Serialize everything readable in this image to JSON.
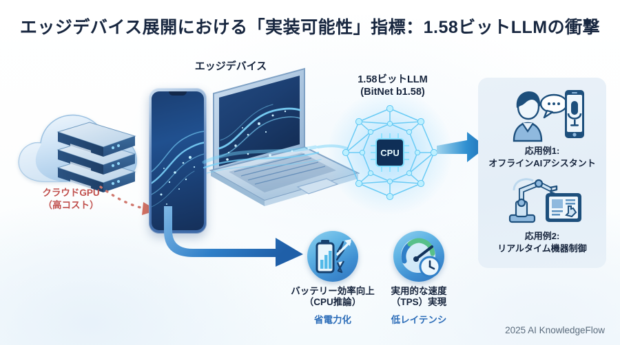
{
  "title": "エッジデバイス展開における「実装可能性」指標：1.58ビットLLMの衝撃",
  "cloud": {
    "label_line1": "クラウドGPU",
    "label_line2": "（高コスト）",
    "color": "#c0504d",
    "icon": "cloud-server-icon",
    "arrow": "dashed-red-arrow"
  },
  "edge": {
    "label": "エッジデバイス",
    "devices": [
      "smartphone-icon",
      "laptop-icon"
    ]
  },
  "llm": {
    "label_line1": "1.58ビットLLM",
    "label_line2": "(BitNet b1.58)",
    "chip_label": "CPU",
    "icon": "cpu-neural-network-icon"
  },
  "benefits": [
    {
      "icon": "battery-efficiency-icon",
      "title_line1": "バッテリー効率向上",
      "title_line2": "（CPU推論）",
      "subtitle": "省電力化"
    },
    {
      "icon": "speedometer-clock-icon",
      "title_line1": "実用的な速度",
      "title_line2": "（TPS）実現",
      "subtitle": "低レイテンシ"
    }
  ],
  "applications": {
    "panel_color": "#e6eff8",
    "items": [
      {
        "icon": "voice-assistant-icon",
        "title_line1": "応用例1:",
        "title_line2": "オフラインAIアシスタント"
      },
      {
        "icon": "robot-arm-tablet-icon",
        "title_line1": "応用例2:",
        "title_line2": "リアルタイム機器制御"
      }
    ]
  },
  "footer": "2025 AI KnowledgeFlow",
  "colors": {
    "title": "#17263f",
    "accent_blue": "#2f73bd",
    "sub_blue": "#2b6cb8",
    "cloud_red": "#c0504d",
    "cyan": "#6fd3f7"
  }
}
